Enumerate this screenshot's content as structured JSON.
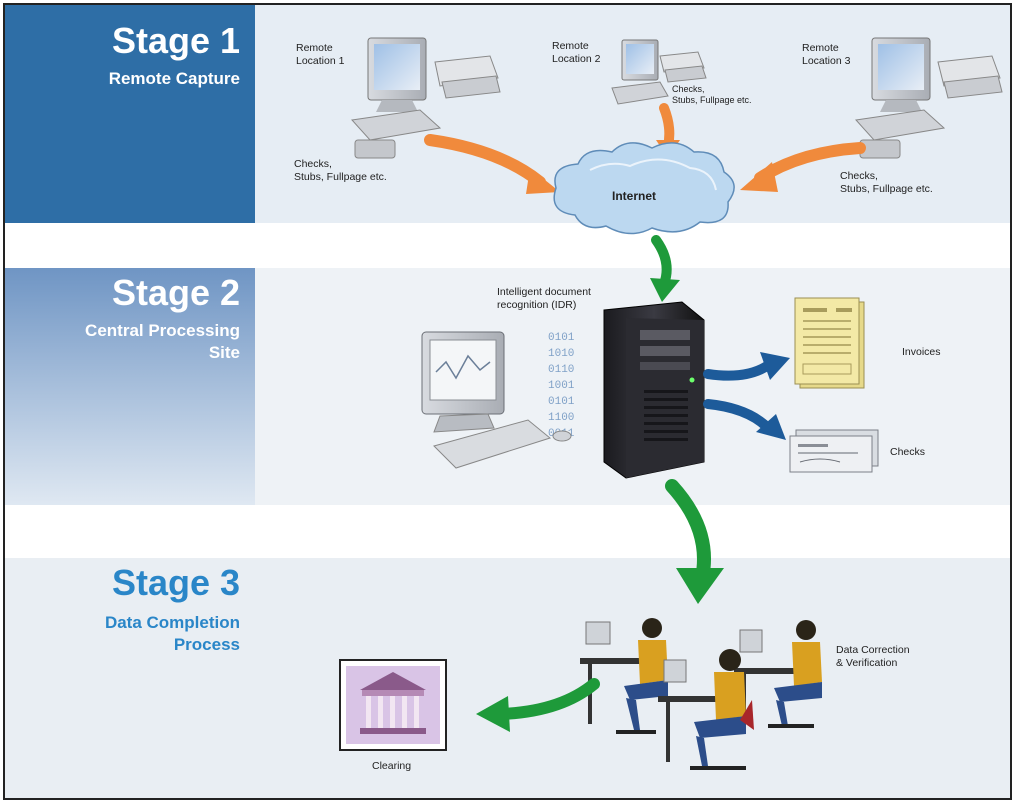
{
  "stages": [
    {
      "number": "Stage 1",
      "subtitle": "Remote Capture"
    },
    {
      "number": "Stage 2",
      "subtitle": "Central Processing\nSite"
    },
    {
      "number": "Stage 3",
      "subtitle": "Data Completion\nProcess"
    }
  ],
  "stage1": {
    "location1": "Remote\nLocation 1",
    "location2": "Remote\nLocation 2",
    "location3": "Remote\nLocation 3",
    "docs_left": "Checks,\nStubs, Fullpage etc.",
    "docs_middle": "Checks,\nStubs, Fullpage etc.",
    "docs_right": "Checks,\nStubs, Fullpage etc.",
    "internet": "Internet"
  },
  "stage2": {
    "idr": "Intelligent document\nrecognition (IDR)",
    "invoices": "Invoices",
    "checks": "Checks"
  },
  "stage3": {
    "correction": "Data Correction\n& Verification",
    "clearing": "Clearing"
  },
  "colors": {
    "stage1_band": "#2e6ea6",
    "stage_blue": "#2a86c8",
    "arrow_orange": "#f08a3c",
    "arrow_green": "#1e9a3a",
    "arrow_blue": "#1d5b9a",
    "cloud": "#bcd8f0"
  }
}
